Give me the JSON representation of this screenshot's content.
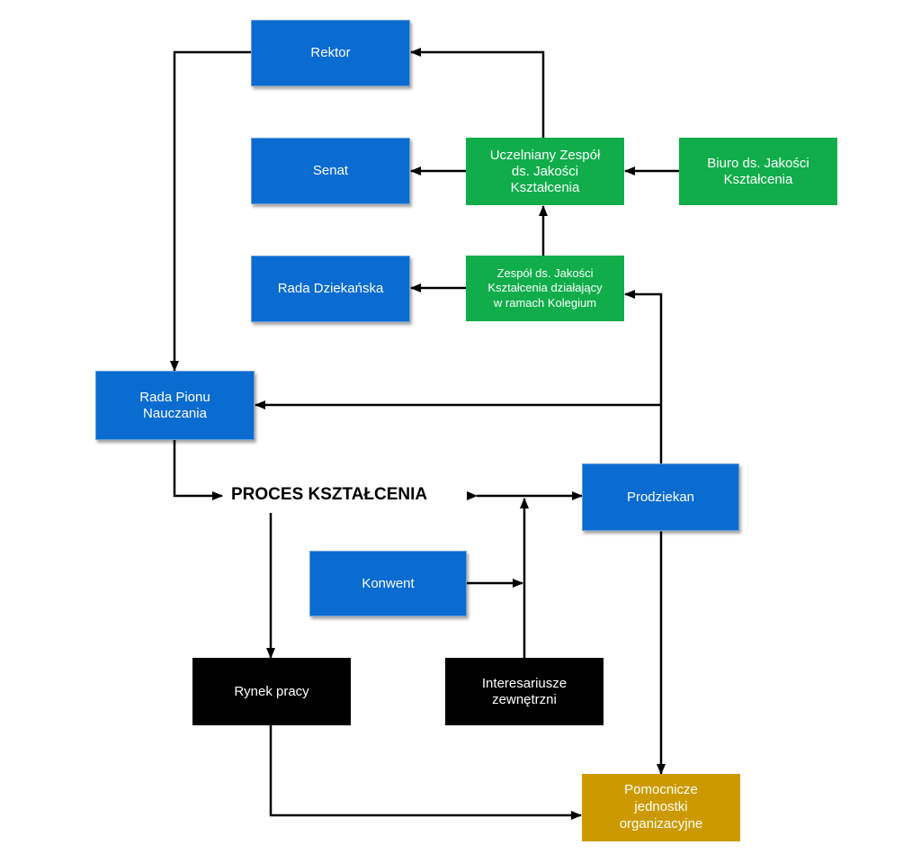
{
  "nodes": {
    "rektor": "Rektor",
    "senat": "Senat",
    "rada_dziekanska": "Rada Dziekańska",
    "uczelniany_zespol": "Uczelniany Zespół\nds. Jakości\nKształcenia",
    "biuro": "Biuro ds. Jakości\nKształcenia",
    "zespol_kolegium": "Zespół ds. Jakości\nKształcenia działający\nw ramach Kolegium",
    "rada_pionu": "Rada Pionu\nNauczania",
    "proces": "PROCES KSZTAŁCENIA",
    "prodziekan": "Prodziekan",
    "konwent": "Konwent",
    "rynek_pracy": "Rynek pracy",
    "interesariusze": "Interesariusze\nzewnętrzni",
    "pomocnicze": "Pomocnicze\njednostki\norganizacyjne"
  },
  "colors": {
    "blue": "#0a6bd0",
    "green": "#10ad4a",
    "black": "#000000",
    "gold": "#cc9a00",
    "line": "#000000"
  }
}
